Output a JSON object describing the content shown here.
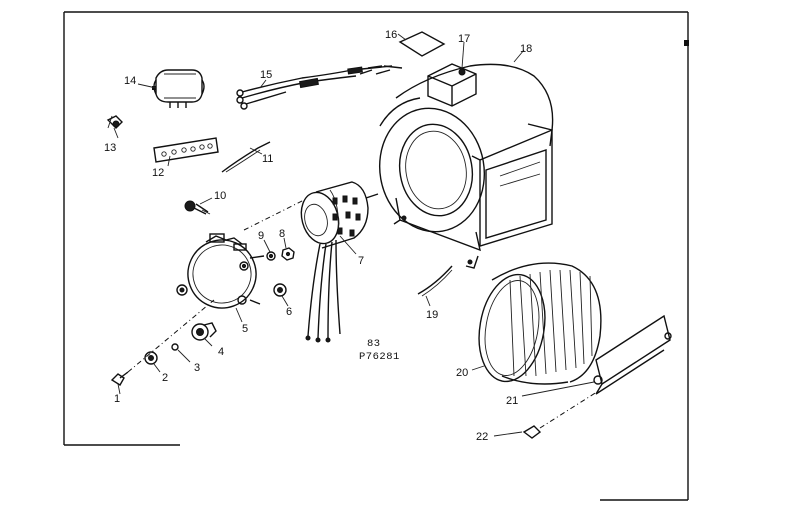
{
  "diagram": {
    "code_line1": "83",
    "code_line2": "P76281"
  },
  "parts": [
    {
      "id": "part-1",
      "number": "1"
    },
    {
      "id": "part-2",
      "number": "2"
    },
    {
      "id": "part-3",
      "number": "3"
    },
    {
      "id": "part-4",
      "number": "4"
    },
    {
      "id": "part-5",
      "number": "5"
    },
    {
      "id": "part-6",
      "number": "6"
    },
    {
      "id": "part-7",
      "number": "7"
    },
    {
      "id": "part-8",
      "number": "8"
    },
    {
      "id": "part-9",
      "number": "9"
    },
    {
      "id": "part-10",
      "number": "10"
    },
    {
      "id": "part-11",
      "number": "11"
    },
    {
      "id": "part-12",
      "number": "12"
    },
    {
      "id": "part-13",
      "number": "13"
    },
    {
      "id": "part-14",
      "number": "14"
    },
    {
      "id": "part-15",
      "number": "15"
    },
    {
      "id": "part-16",
      "number": "16"
    },
    {
      "id": "part-17",
      "number": "17"
    },
    {
      "id": "part-18",
      "number": "18"
    },
    {
      "id": "part-19",
      "number": "19"
    },
    {
      "id": "part-20",
      "number": "20"
    },
    {
      "id": "part-21",
      "number": "21"
    },
    {
      "id": "part-22",
      "number": "22"
    }
  ]
}
